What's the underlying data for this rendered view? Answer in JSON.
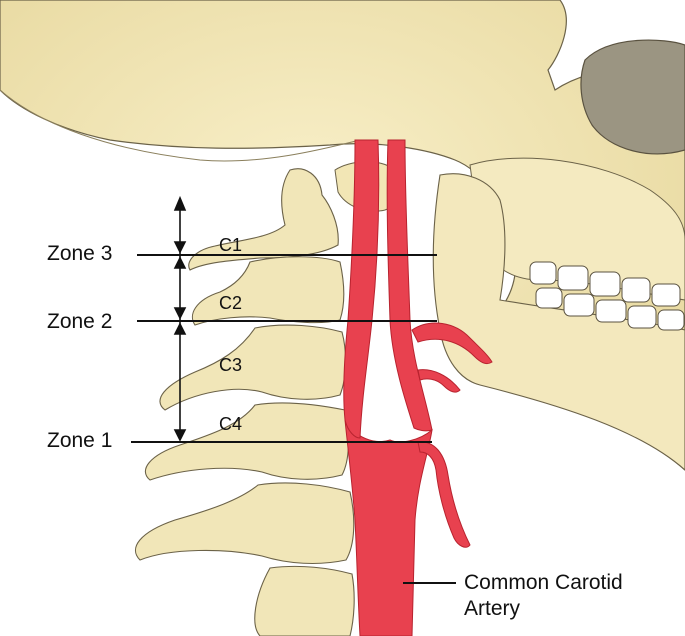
{
  "labels": {
    "zone3": "Zone 3",
    "zone2": "Zone 2",
    "zone1": "Zone 1",
    "c1": "C1",
    "c2": "C2",
    "c3": "C3",
    "c4": "C4",
    "artery_line1": "Common Carotid",
    "artery_line2": "Artery"
  },
  "colors": {
    "bone": "#f1e6b8",
    "bone_shade": "#d9c98a",
    "bone_outline": "#6b6248",
    "artery": "#e8414f",
    "artery_dark": "#b8232f",
    "ink": "#111111"
  }
}
